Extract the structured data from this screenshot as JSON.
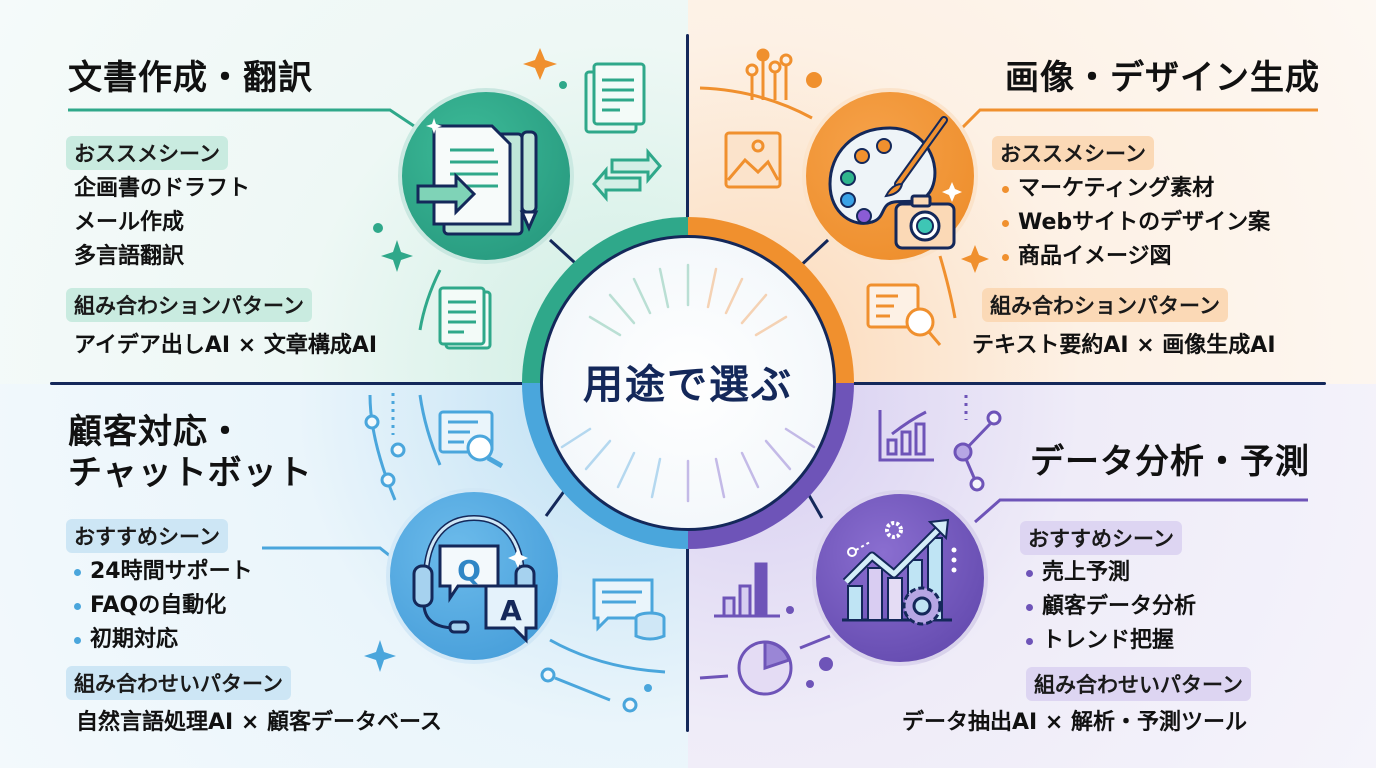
{
  "center": {
    "title": "用途で選ぶ"
  },
  "colors": {
    "navy": "#14285a",
    "teal": "#2fa88a",
    "orange": "#f0902e",
    "blue": "#4aa6dc",
    "purple": "#6e54b8"
  },
  "quadrants": [
    {
      "id": "document",
      "title": "文書作成・翻訳",
      "icon": "document-pen-icon",
      "scene_label": "おススメシーン",
      "scenes": [
        "企画書のドラフト",
        "メール作成",
        "多言語翻訳"
      ],
      "combo_label": "組み合わションパターン",
      "combo": "アイデア出しAI × 文章構成AI"
    },
    {
      "id": "image",
      "title": "画像・デザイン生成",
      "icon": "palette-camera-icon",
      "scene_label": "おススメシーン",
      "scenes": [
        "マーケティング素材",
        "Webサイトのデザイン案",
        "商品イメージ図"
      ],
      "combo_label": "組み合わションパターン",
      "combo": "テキスト要約AI × 画像生成AI"
    },
    {
      "id": "support",
      "title_lines": [
        "顧客対応・",
        "チャットボット"
      ],
      "icon": "headset-qa-icon",
      "scene_label": "おすすめシーン",
      "scenes": [
        "24時間サポート",
        "FAQの自動化",
        "初期対応"
      ],
      "combo_label": "組み合わせいパターン",
      "combo": "自然言語処理AI × 顧客データベース"
    },
    {
      "id": "analytics",
      "title": "データ分析・予測",
      "icon": "chart-gear-icon",
      "scene_label": "おすすめシーン",
      "scenes": [
        "売上予測",
        "顧客データ分析",
        "トレンド把握"
      ],
      "combo_label": "組み合わせいパターン",
      "combo": "データ抽出AI × 解析・予測ツール"
    }
  ]
}
